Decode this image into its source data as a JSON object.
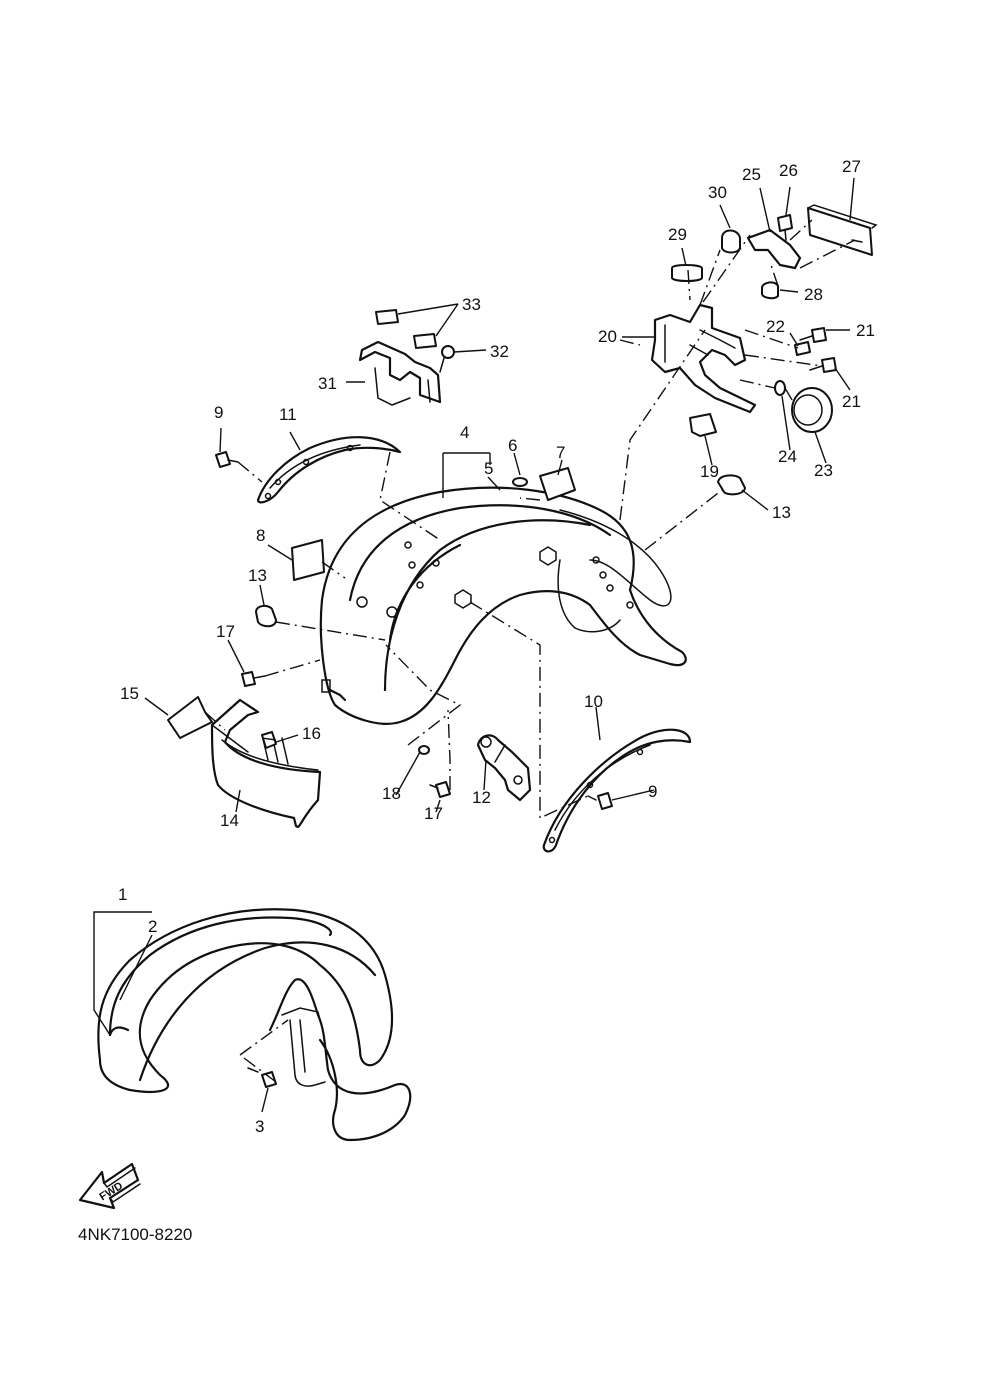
{
  "diagram": {
    "drawing_code": "4NK7100-8220",
    "direction_marker": "FWD",
    "callouts": [
      "1",
      "2",
      "3",
      "4",
      "5",
      "6",
      "7",
      "8",
      "9",
      "9",
      "10",
      "11",
      "12",
      "13",
      "13",
      "14",
      "15",
      "16",
      "17",
      "17",
      "18",
      "19",
      "20",
      "21",
      "21",
      "22",
      "23",
      "24",
      "25",
      "26",
      "27",
      "28",
      "29",
      "30",
      "31",
      "32",
      "33"
    ]
  }
}
